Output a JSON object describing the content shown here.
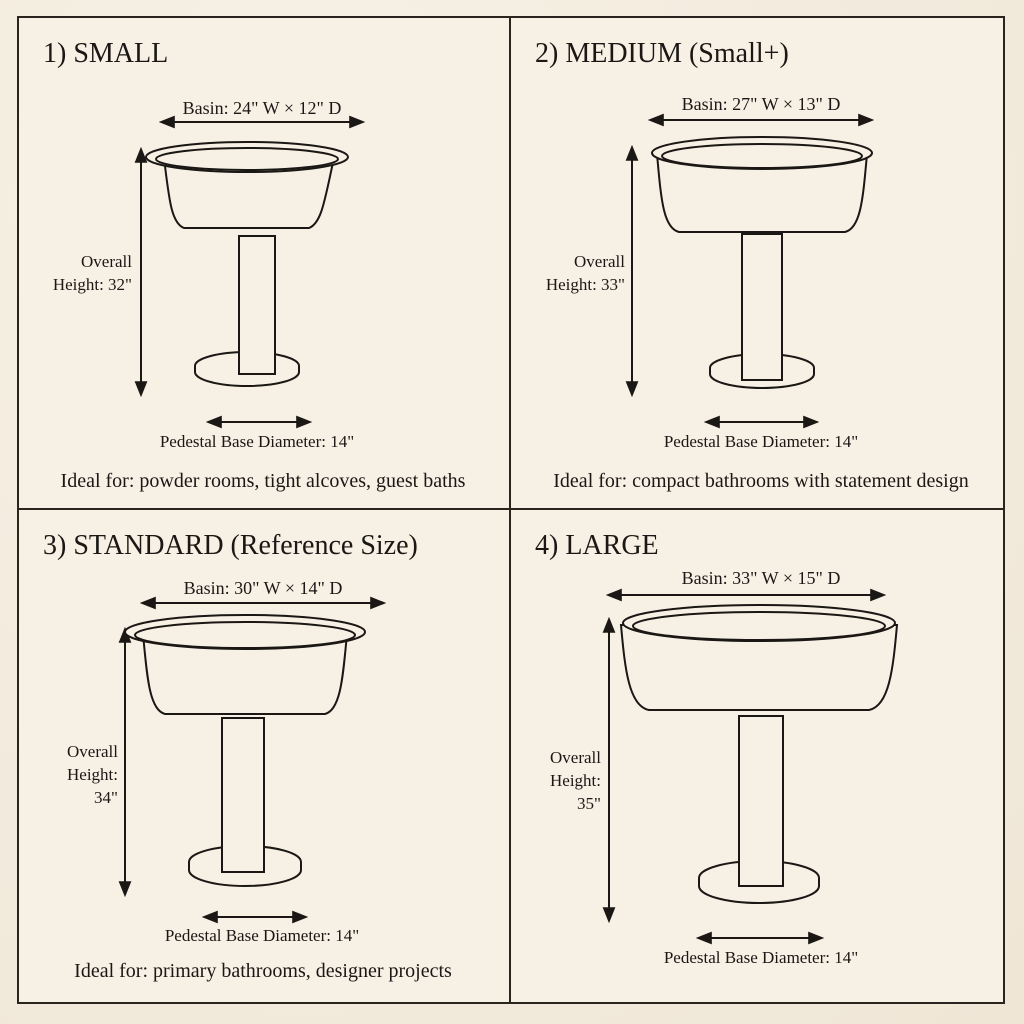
{
  "panels": [
    {
      "title": "1) SMALL",
      "basin": "Basin: 24\" W × 12\" D",
      "height_line1": "Overall",
      "height_line2": "Height: 32\"",
      "height_line3": "",
      "base": "Pedestal Base Diameter: 14\"",
      "ideal": "Ideal for: powder rooms, tight alcoves, guest baths"
    },
    {
      "title": "2) MEDIUM (Small+)",
      "basin": "Basin: 27\" W × 13\" D",
      "height_line1": "Overall",
      "height_line2": "Height: 33\"",
      "height_line3": "",
      "base": "Pedestal Base Diameter: 14\"",
      "ideal": "Ideal for: compact bathrooms with statement design"
    },
    {
      "title": "3) STANDARD (Reference Size)",
      "basin": "Basin: 30\" W × 14\" D",
      "height_line1": "Overall",
      "height_line2": "Height:",
      "height_line3": "34\"",
      "base": "Pedestal Base Diameter: 14\"",
      "ideal": "Ideal for: primary bathrooms, designer projects"
    },
    {
      "title": "4) LARGE",
      "basin": "Basin: 33\" W × 15\" D",
      "height_line1": "Overall",
      "height_line2": "Height:",
      "height_line3": "35\"",
      "base": "Pedestal Base Diameter: 14\"",
      "ideal": ""
    }
  ],
  "colors": {
    "paper": "#f3ecdf",
    "ink": "#1a1714",
    "border": "#2a241e"
  }
}
